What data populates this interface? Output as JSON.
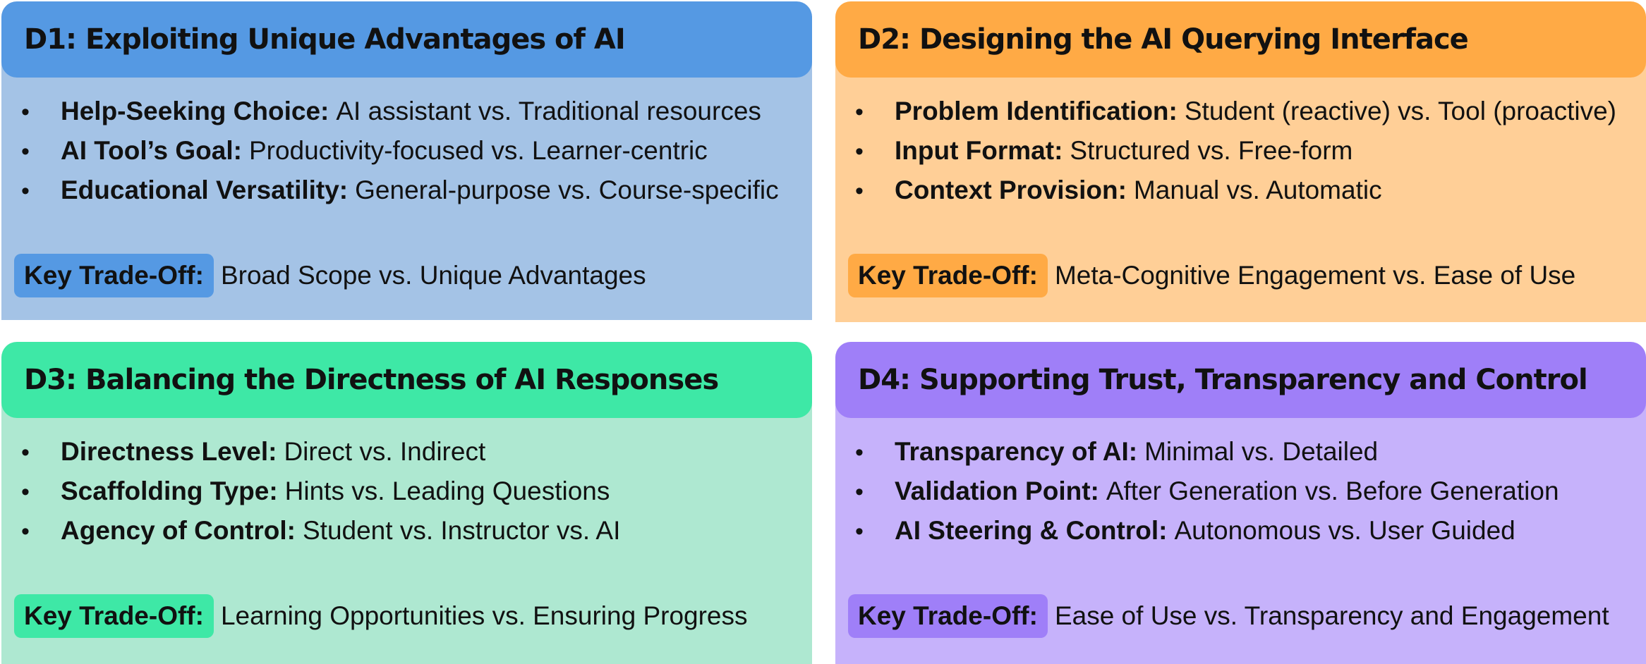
{
  "colors": {
    "d1_header": "#5599e3",
    "d1_body": "#a4c3e6",
    "d2_header": "#ffaa45",
    "d2_body": "#ffcf97",
    "d3_header": "#3ee8a6",
    "d3_body": "#aee8d1",
    "d4_header": "#9f7ff8",
    "d4_body": "#c6b2fb"
  },
  "panels": [
    {
      "title": "D1: Exploiting Unique Advantages of AI",
      "items": [
        {
          "term": "Help-Seeking Choice:",
          "value": "AI assistant vs. Traditional resources"
        },
        {
          "term": "AI Tool’s Goal:",
          "value": "Productivity-focused vs. Learner-centric"
        },
        {
          "term": "Educational Versatility:",
          "value": "General-purpose vs. Course-specific"
        }
      ],
      "tradeoff_label": "Key Trade-Off:",
      "tradeoff_value": "Broad Scope vs. Unique Advantages"
    },
    {
      "title": "D2: Designing the AI Querying Interface",
      "items": [
        {
          "term": "Problem Identification:",
          "value": "Student (reactive) vs. Tool (proactive)"
        },
        {
          "term": "Input Format:",
          "value": "Structured vs. Free-form"
        },
        {
          "term": "Context Provision:",
          "value": "Manual vs. Automatic"
        }
      ],
      "tradeoff_label": "Key Trade-Off:",
      "tradeoff_value": "Meta-Cognitive Engagement vs. Ease of Use"
    },
    {
      "title": "D3: Balancing the Directness of AI Responses",
      "items": [
        {
          "term": "Directness Level:",
          "value": "Direct vs. Indirect"
        },
        {
          "term": "Scaffolding Type:",
          "value": "Hints vs. Leading Questions"
        },
        {
          "term": "Agency of Control:",
          "value": "Student vs. Instructor vs. AI"
        }
      ],
      "tradeoff_label": "Key Trade-Off:",
      "tradeoff_value": "Learning Opportunities vs. Ensuring Progress"
    },
    {
      "title": "D4: Supporting Trust, Transparency and Control",
      "items": [
        {
          "term": "Transparency of AI:",
          "value": "Minimal vs. Detailed"
        },
        {
          "term": "Validation Point:",
          "value": "After Generation vs. Before Generation"
        },
        {
          "term": "AI Steering & Control:",
          "value": "Autonomous vs. User Guided"
        }
      ],
      "tradeoff_label": "Key Trade-Off:",
      "tradeoff_value": "Ease of Use vs. Transparency and Engagement"
    }
  ]
}
